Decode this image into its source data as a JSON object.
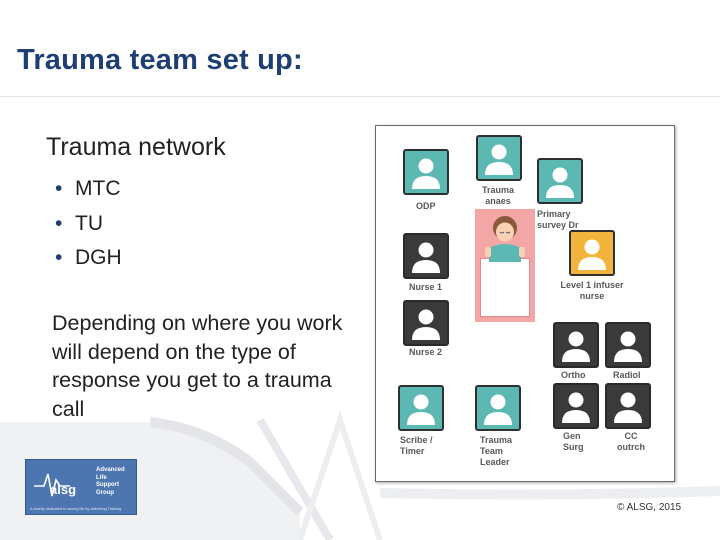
{
  "slide": {
    "title": "Trauma team set up:",
    "network_heading": "Trauma network",
    "bullets": [
      "MTC",
      "TU",
      "DGH"
    ],
    "paragraph": "Depending on where you work will depend on the type of response you get to a trauma call",
    "copyright": "© ALSG, 2015"
  },
  "logo": {
    "mark_text": "alsg",
    "brand_lines": [
      "Advanced",
      "Life",
      "Support",
      "Group"
    ],
    "tagline": "A charity dedicated to saving life by delivering Training"
  },
  "diagram": {
    "roles": [
      {
        "id": "odp",
        "label": "ODP"
      },
      {
        "id": "trauma-anaes",
        "label": "Trauma anaes"
      },
      {
        "id": "primary-survey",
        "label": "Primary survey Dr"
      },
      {
        "id": "nurse-1",
        "label": "Nurse 1"
      },
      {
        "id": "level-1-infuser",
        "label": "Level 1 infuser nurse"
      },
      {
        "id": "nurse-2",
        "label": "Nurse 2"
      },
      {
        "id": "ortho",
        "label": "Ortho"
      },
      {
        "id": "radiol",
        "label": "Radiol"
      },
      {
        "id": "scribe",
        "label": "Scribe / Timer"
      },
      {
        "id": "team-leader",
        "label": "Trauma Team Leader"
      },
      {
        "id": "gen-surg",
        "label": "Gen Surg"
      },
      {
        "id": "cc-outrch",
        "label": "CC outrch"
      }
    ],
    "colors": {
      "teal": "#5cb8b2",
      "dark": "#3a3a3a",
      "gold": "#f2b43b",
      "bed": "#f3a6a6"
    }
  }
}
